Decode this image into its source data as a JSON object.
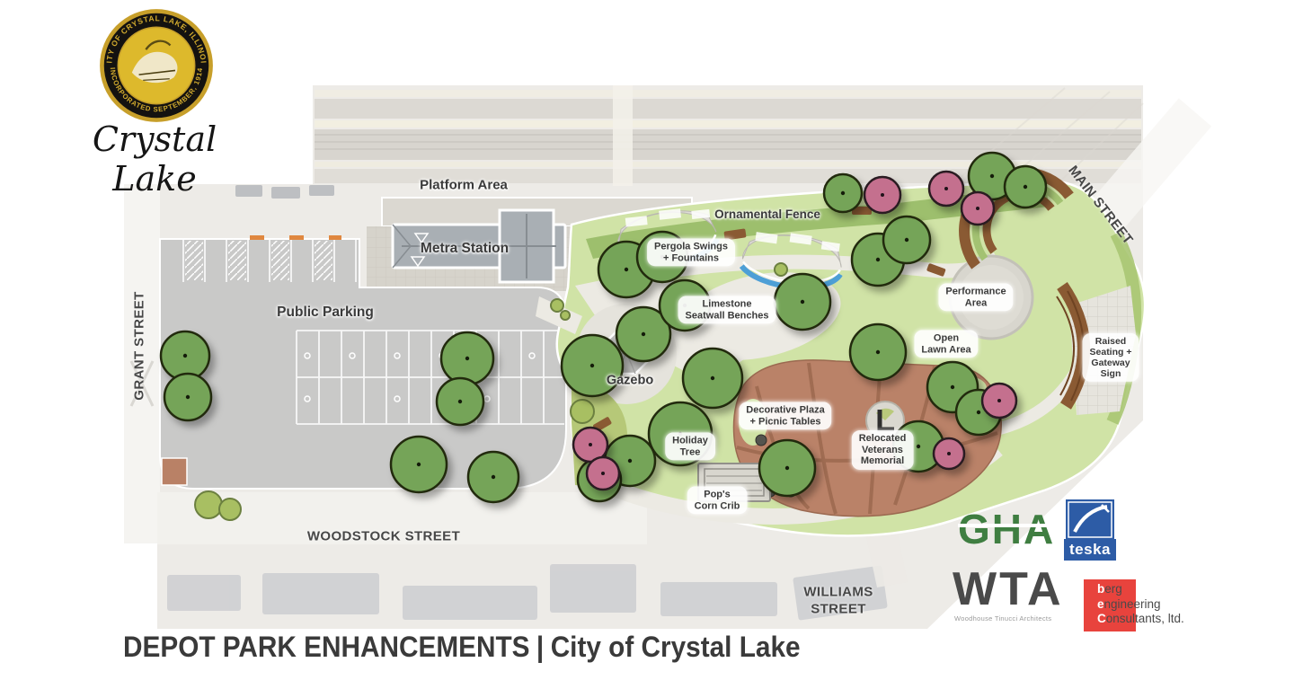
{
  "branding": {
    "seal_ring_top": "· CITY OF CRYSTAL LAKE, ILLINOIS ·",
    "seal_ring_bottom": "· INCORPORATED SEPTEMBER, 1914 ·",
    "seal_script_name": "Crystal Lake"
  },
  "map": {
    "area_labels": {
      "platform_area": {
        "lines": [
          "Platform Area"
        ]
      },
      "metra_station": {
        "lines": [
          "Metra Station"
        ]
      },
      "public_parking": {
        "lines": [
          "Public Parking"
        ]
      },
      "ornamental_fence": {
        "lines": [
          "Ornamental Fence"
        ]
      },
      "pergola_swings": {
        "lines": [
          "Pergola Swings",
          "+ Fountains"
        ]
      },
      "limestone_benches": {
        "lines": [
          "Limestone",
          "Seatwall Benches"
        ]
      },
      "performance_area": {
        "lines": [
          "Performance",
          "Area"
        ]
      },
      "open_lawn": {
        "lines": [
          "Open",
          "Lawn Area"
        ]
      },
      "raised_seating": {
        "lines": [
          "Raised",
          "Seating +",
          "Gateway",
          "Sign"
        ]
      },
      "gazebo": {
        "lines": [
          "Gazebo"
        ]
      },
      "holiday_tree": {
        "lines": [
          "Holiday",
          "Tree"
        ]
      },
      "decorative_plaza": {
        "lines": [
          "Decorative Plaza",
          "+ Picnic Tables"
        ]
      },
      "veterans_memorial": {
        "lines": [
          "Relocated",
          "Veterans",
          "Memorial"
        ]
      },
      "pops_corn_crib": {
        "lines": [
          "Pop's",
          "Corn Crib"
        ]
      }
    },
    "street_labels": {
      "grant": "GRANT STREET",
      "woodstock": "WOODSTOCK STREET",
      "williams_line1": "WILLIAMS",
      "williams_line2": "STREET",
      "main": "MAIN STREET"
    }
  },
  "logos": {
    "gha": "GHA",
    "teska": "teska",
    "wta": "WTA",
    "wta_subtitle": "Woodhouse Tinucci Architects",
    "berg_line1_initial": "b",
    "berg_line1_rest": "erg",
    "berg_line2_initial": "e",
    "berg_line2_rest": "ngineering",
    "berg_line3_initial": "C",
    "berg_line3_rest": "onsultants, ltd."
  },
  "footer": {
    "project_title": "DEPOT PARK ENHANCEMENTS",
    "divider": "|",
    "subtitle": "City of Crystal Lake"
  },
  "colors": {
    "lawn": "#d0e3a6",
    "ornamental_strip": "#9dbf6d",
    "plaza_terracotta": "#ba8268",
    "tree_green": "#74a458",
    "tree_pink": "#c4708e",
    "parking_gray": "#c9c9c8",
    "seatwall_brown": "#8a5a33",
    "fountain_blue": "#4d9fd6",
    "gha_green": "#3f7e41",
    "teska_blue": "#2d5ca6",
    "berg_red": "#e8433d",
    "title_text": "#3a3a3a"
  }
}
